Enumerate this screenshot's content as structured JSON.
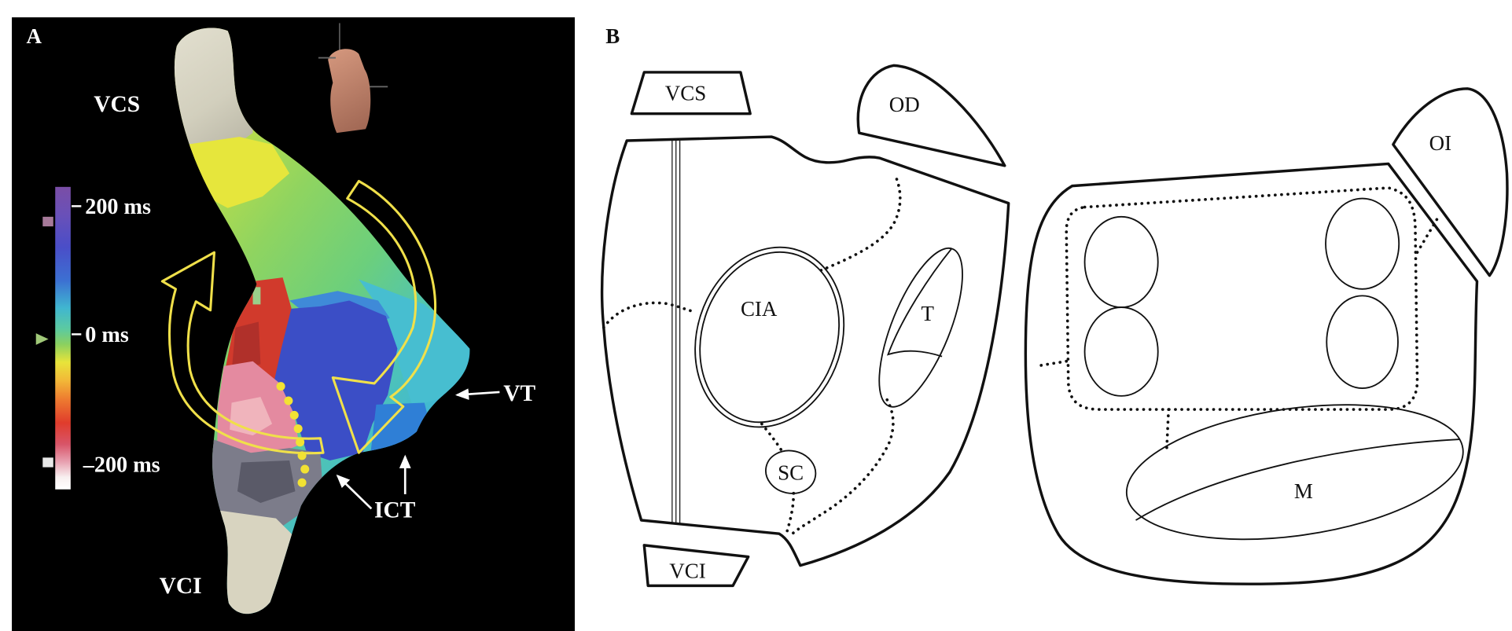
{
  "panel_a": {
    "label": "A",
    "labels": {
      "vcs": "VCS",
      "vci": "VCI",
      "vt": "VT",
      "ict": "ICT"
    },
    "color_scale": {
      "max": "200 ms",
      "mid": "0 ms",
      "min": "–200 ms"
    },
    "colors": {
      "background": "#000000",
      "circuit_arrows": "#f0e04a",
      "catheter_electrodes": "#f2e233"
    }
  },
  "panel_b": {
    "label": "B",
    "right_atrium": {
      "vcs": "VCS",
      "od": "OD",
      "cia": "CIA",
      "t": "T",
      "sc": "SC",
      "vci": "VCI"
    },
    "left_atrium": {
      "oi": "OI",
      "m": "M"
    }
  }
}
